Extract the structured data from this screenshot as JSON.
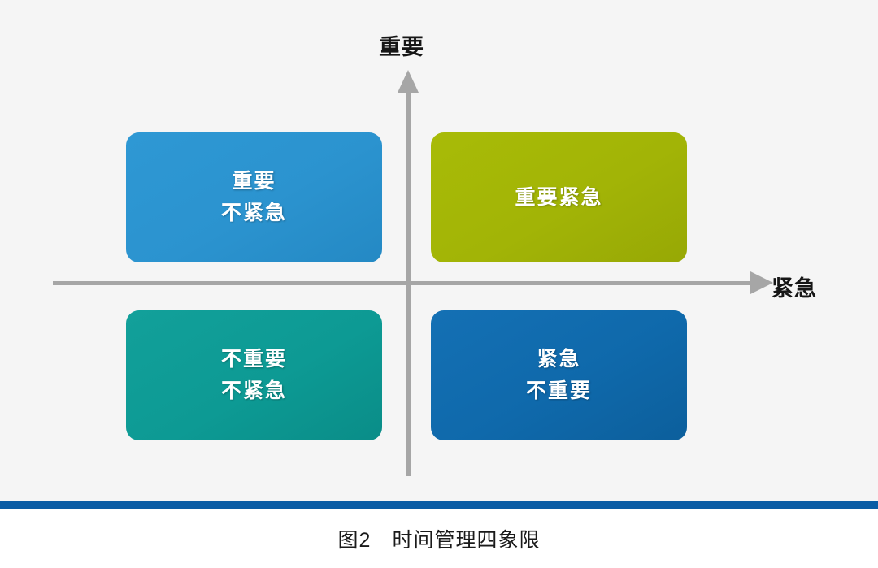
{
  "background_color": "#f5f5f5",
  "axes": {
    "vertical": {
      "label": "重要",
      "name": "important-axis",
      "color": "#a6a6a6",
      "arrow": "arrow-up-icon"
    },
    "horizontal": {
      "label": "紧急",
      "name": "urgent-axis",
      "color": "#a6a6a6",
      "arrow": "arrow-right-icon"
    }
  },
  "quadrants": [
    {
      "id": "important-not-urgent",
      "position": "top-left",
      "lines": [
        "重要",
        "不紧急"
      ],
      "color": "#2b93cf",
      "shadow_color": "#1d6f9f"
    },
    {
      "id": "important-urgent",
      "position": "top-right",
      "lines": [
        "重要紧急"
      ],
      "color": "#a2b406",
      "shadow_color": "#7c8a04"
    },
    {
      "id": "not-important-not-urgent",
      "position": "bottom-left",
      "lines": [
        "不重要",
        "不紧急"
      ],
      "color": "#0d9a94",
      "shadow_color": "#07736f"
    },
    {
      "id": "urgent-not-important",
      "position": "bottom-right",
      "lines": [
        "紧急",
        "不重要"
      ],
      "color": "#0f69ab",
      "shadow_color": "#094c7d"
    }
  ],
  "divider": {
    "color": "#0a5ca5"
  },
  "caption": {
    "text": "图2　时间管理四象限",
    "number": "图2",
    "title": "时间管理四象限"
  }
}
